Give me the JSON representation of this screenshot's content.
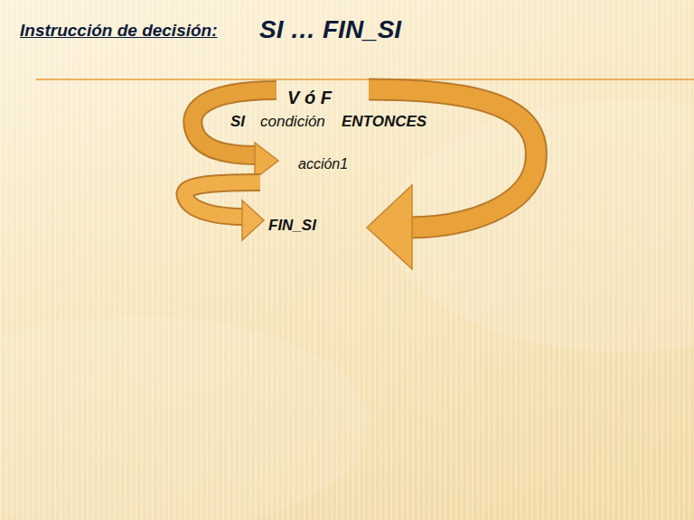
{
  "diagram": {
    "title": "Instrucción de decisión:",
    "labels": [
      "SI … FIN_SI",
      "V ó F",
      "SI",
      "condición",
      "ENTONCES",
      "acción1",
      "FIN_SI"
    ]
  }
}
